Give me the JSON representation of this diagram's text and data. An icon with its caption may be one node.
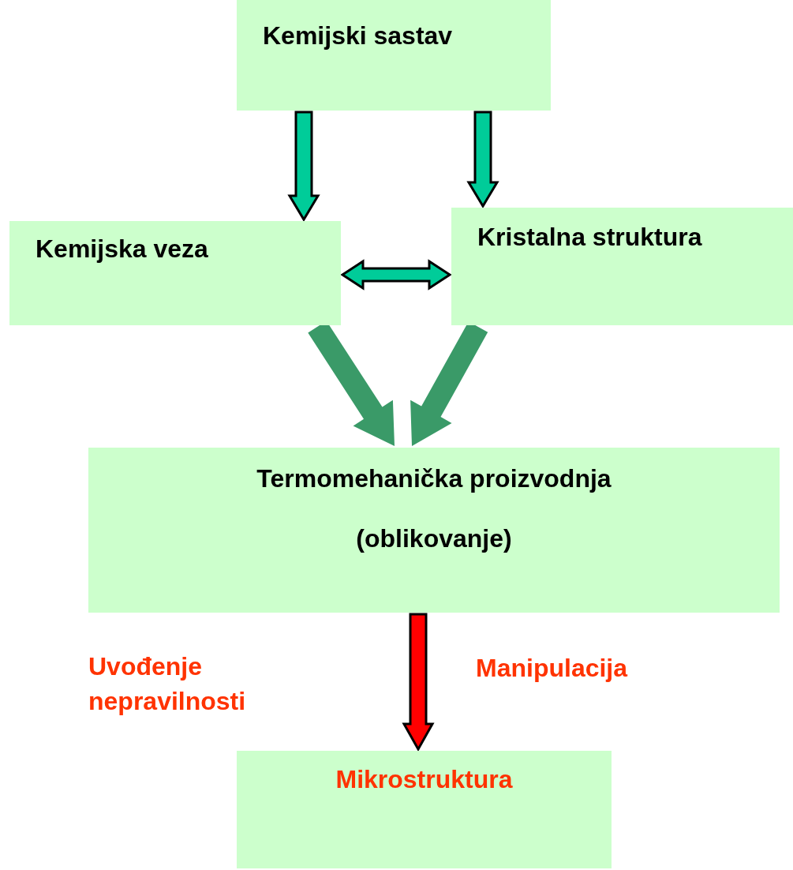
{
  "diagram": {
    "nodes": [
      {
        "text": [
          "Kemijski sastav"
        ]
      },
      {
        "text": [
          "Kemijska veza"
        ]
      },
      {
        "text": [
          "Kristalna struktura"
        ]
      },
      {
        "text": [
          "Termomehanička proizvodnja",
          "(oblikovanje)"
        ]
      },
      {
        "text": [
          "Mikrostruktura"
        ]
      }
    ],
    "edges": [
      {
        "from": 0,
        "to": 1,
        "arrow": "to"
      },
      {
        "from": 0,
        "to": 2,
        "arrow": "to"
      },
      {
        "from": 1,
        "to": 2,
        "arrow": "both"
      },
      {
        "from": 1,
        "to": 3,
        "arrow": "to",
        "color": "#3a9a68"
      },
      {
        "from": 2,
        "to": 3,
        "arrow": "to",
        "color": "#3a9a68"
      },
      {
        "from": 3,
        "to": 4,
        "arrow": "to",
        "color": "#ff0000"
      }
    ],
    "labels": [
      "Uvođenje nepravilnosti",
      "Manipulacija"
    ]
  }
}
